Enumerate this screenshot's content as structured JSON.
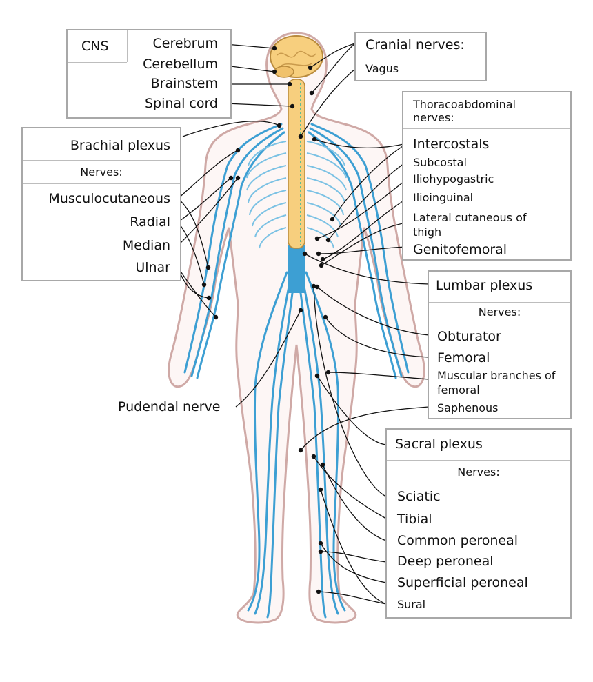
{
  "cns_box": {
    "title": "CNS",
    "items": [
      "Cerebrum",
      "Cerebellum",
      "Brainstem",
      "Spinal cord"
    ]
  },
  "cranial_box": {
    "title": "Cranial nerves:",
    "items": [
      "Vagus"
    ]
  },
  "brachial_box": {
    "title": "Brachial plexus",
    "subheader": "Nerves:",
    "items": [
      "Musculocutaneous",
      "Radial",
      "Median",
      "Ulnar"
    ]
  },
  "thoraco_box": {
    "title": "Thoracoabdominal nerves:",
    "items": [
      "Intercostals",
      "Subcostal",
      "Iliohypogastric",
      "Ilioinguinal",
      "Lateral cutaneous of thigh",
      "Genitofemoral"
    ]
  },
  "lumbar_box": {
    "title": "Lumbar plexus",
    "subheader": "Nerves:",
    "items": [
      "Obturator",
      "Femoral",
      "Muscular branches of femoral",
      "Saphenous"
    ]
  },
  "pudendal": {
    "label": "Pudendal nerve"
  },
  "sacral_box": {
    "title": "Sacral plexus",
    "subheader": "Nerves:",
    "items": [
      "Sciatic",
      "Tibial",
      "Common peroneal",
      "Deep peroneal",
      "Superficial peroneal",
      "Sural"
    ]
  },
  "colors": {
    "nerve": "#3d9fd3",
    "nerve_light": "#8fcbe8",
    "body_outline": "#cfa9a6",
    "brain_fill": "#f7cf7e",
    "brain_stroke": "#b88a3c",
    "leader": "#111111",
    "box_border": "#a8a8a8"
  }
}
